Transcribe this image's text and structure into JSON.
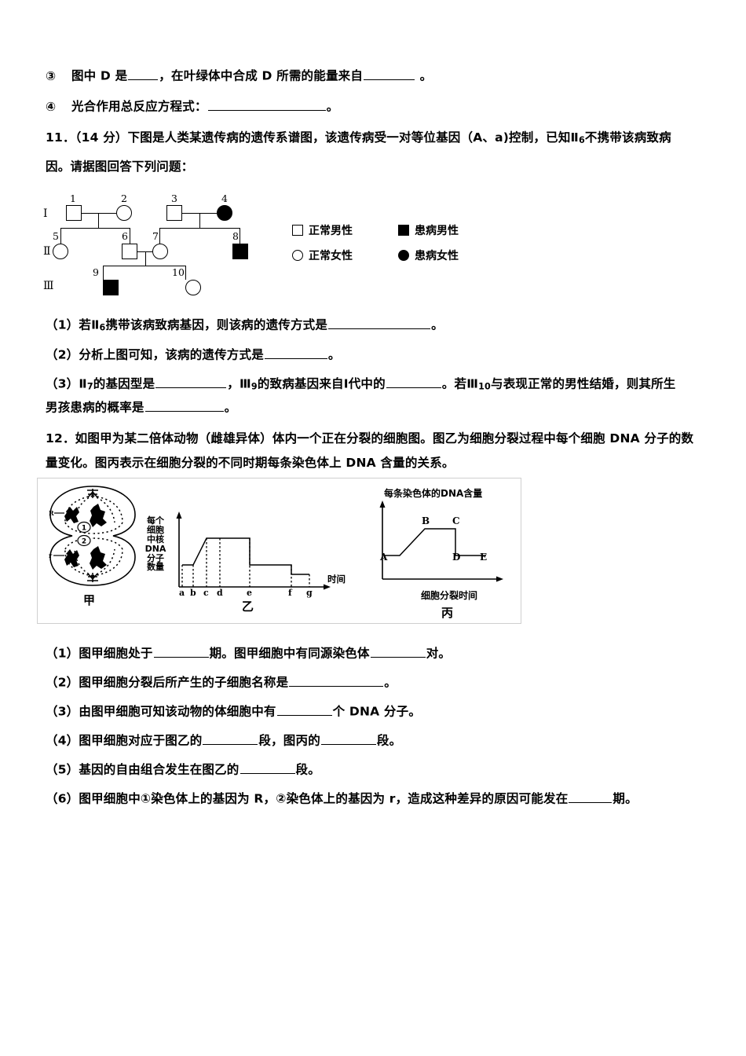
{
  "document": {
    "type": "biology-exam-worksheet",
    "language": "zh-CN"
  },
  "top_items": [
    {
      "marker": "③",
      "parts": [
        "图中 D 是",
        "，在叶绿体中合成 D 所需的能量来自",
        " 。"
      ]
    },
    {
      "marker": "④",
      "parts": [
        "光合作用总反应方程式：",
        "。"
      ]
    }
  ],
  "q11": {
    "number": "11．",
    "score": "（14 分）",
    "stem_line1": "下图是人类某遗传病的遗传系谱图，该遗传病受一对等位基因（A、a)控制，已知Ⅱ",
    "stem_sub1": "6",
    "stem_line1_cont": "不携带该病致病",
    "stem_line2": "因。请据图回答下列问题：",
    "sub_questions": [
      {
        "label": "（1）",
        "pre": "若Ⅱ",
        "sub": "6",
        "mid": "携带该病致病基因，则该病的遗传方式是",
        "post": "。"
      },
      {
        "label": "（2）",
        "pre": "分析上图可知，该病的遗传方式是",
        "post": "。"
      },
      {
        "label": "（3）",
        "pre": "Ⅱ",
        "sub": "7",
        "mid": "的基因型是",
        "mid2": "，Ⅲ",
        "sub2": "9",
        "mid3": "的致病基因来自Ⅰ代中的",
        "mid4": "。若Ⅲ",
        "sub3": "10",
        "mid5": "与表现正常的男性结婚，则其所生",
        "line2": "男孩患病的概率是",
        "post": "。"
      }
    ],
    "pedigree": {
      "generations": [
        "Ⅰ",
        "Ⅱ",
        "Ⅲ"
      ],
      "individuals": [
        {
          "id": "1",
          "gen": "Ⅰ",
          "sex": "male",
          "affected": false
        },
        {
          "id": "2",
          "gen": "Ⅰ",
          "sex": "female",
          "affected": false
        },
        {
          "id": "3",
          "gen": "Ⅰ",
          "sex": "male",
          "affected": false
        },
        {
          "id": "4",
          "gen": "Ⅰ",
          "sex": "female",
          "affected": true
        },
        {
          "id": "5",
          "gen": "Ⅱ",
          "sex": "female",
          "affected": false
        },
        {
          "id": "6",
          "gen": "Ⅱ",
          "sex": "male",
          "affected": false
        },
        {
          "id": "7",
          "gen": "Ⅱ",
          "sex": "female",
          "affected": false
        },
        {
          "id": "8",
          "gen": "Ⅱ",
          "sex": "male",
          "affected": true
        },
        {
          "id": "9",
          "gen": "Ⅲ",
          "sex": "male",
          "affected": true
        },
        {
          "id": "10",
          "gen": "Ⅲ",
          "sex": "female",
          "affected": false
        }
      ],
      "legend": [
        {
          "symbol": "square-open",
          "label": "正常男性"
        },
        {
          "symbol": "square-filled",
          "label": "患病男性"
        },
        {
          "symbol": "circle-open",
          "label": "正常女性"
        },
        {
          "symbol": "circle-filled",
          "label": "患病女性"
        }
      ]
    }
  },
  "q12": {
    "number": "12．",
    "stem_line1": "如图甲为某二倍体动物（雌雄异体）体内一个正在分裂的细胞图。图乙为细胞分裂过程中每个细胞 DNA 分子的数",
    "stem_line2": "量变化。图丙表示在细胞分裂的不同时期每条染色体上 DNA 含量的关系。",
    "figure": {
      "jia": {
        "caption": "甲",
        "inner_labels": [
          "①",
          "②"
        ],
        "description": "dividing-cell-diagram"
      },
      "yi": {
        "caption": "乙",
        "ylabel": "每个细胞中核DNA分子数量",
        "ylabel_lines": [
          "每个",
          "细胞",
          "中核",
          "DNA",
          "分子",
          "数量"
        ],
        "xlabel": "时间",
        "tick_labels": [
          "a",
          "b",
          "c",
          "d",
          "e",
          "f",
          "g"
        ]
      },
      "bing": {
        "caption": "丙",
        "ylabel": "每条染色体的DNA含量",
        "xlabel": "细胞分裂时间",
        "point_labels": [
          "A",
          "B",
          "C",
          "D",
          "E"
        ]
      }
    },
    "sub_questions": [
      {
        "label": "（1）",
        "pre": "图甲细胞处于",
        "mid": "期。图甲细胞中有同源染色体",
        "post": "对。"
      },
      {
        "label": "（2）",
        "pre": "图甲细胞分裂后所产生的子细胞名称是",
        "post": "。"
      },
      {
        "label": "（3）",
        "pre": "由图甲细胞可知该动物的体细胞中有",
        "mid": "个 DNA 分子。",
        "post": ""
      },
      {
        "label": "（4）",
        "pre": "图甲细胞对应于图乙的",
        "mid": "段，图丙的",
        "post": "段。"
      },
      {
        "label": "（5）",
        "pre": "基因的自由组合发生在图乙的",
        "post": "段。"
      },
      {
        "label": "（6）",
        "pre": "图甲细胞中①染色体上的基因为 R，②染色体上的基因为 r，造成这种差异的原因可能发在",
        "post": "期。"
      }
    ]
  },
  "chart_data": [
    {
      "type": "line",
      "name": "乙",
      "title": "乙",
      "ylabel": "每个细胞中核DNA分子数量",
      "xlabel": "时间",
      "categories": [
        "a",
        "b",
        "c",
        "d",
        "e",
        "f",
        "g"
      ],
      "tick_x": [
        0.09,
        0.2,
        0.31,
        0.42,
        0.63,
        0.84,
        0.96
      ],
      "segments": [
        {
          "from": "start",
          "to": "b",
          "level": 2,
          "shape": "flat"
        },
        {
          "from": "b",
          "to": "c",
          "level": "2->4",
          "shape": "rising"
        },
        {
          "from": "c",
          "to": "e",
          "level": 4,
          "shape": "flat"
        },
        {
          "from": "e",
          "to": "f",
          "level": 2,
          "shape": "flat"
        },
        {
          "from": "f",
          "to": "g",
          "level": 1,
          "shape": "flat"
        }
      ],
      "ylim": [
        0,
        4.6
      ],
      "grid": false,
      "legend": "none"
    },
    {
      "type": "line",
      "name": "丙",
      "title": "丙",
      "ylabel": "每条染色体的DNA含量",
      "xlabel": "细胞分裂时间",
      "point_labels": [
        "A",
        "B",
        "C",
        "D",
        "E"
      ],
      "segments": [
        {
          "from": "A",
          "to": "rise_start",
          "level": 1,
          "shape": "flat"
        },
        {
          "from": "rise_start",
          "to": "B",
          "level": "1->2",
          "shape": "rising"
        },
        {
          "from": "B",
          "to": "C",
          "level": 2,
          "shape": "flat"
        },
        {
          "from": "C",
          "to": "D",
          "level": "2->1",
          "shape": "vertical-drop"
        },
        {
          "from": "D",
          "to": "E",
          "level": 1,
          "shape": "flat"
        }
      ],
      "ylim": [
        0,
        2.6
      ],
      "grid": false,
      "legend": "none"
    }
  ]
}
